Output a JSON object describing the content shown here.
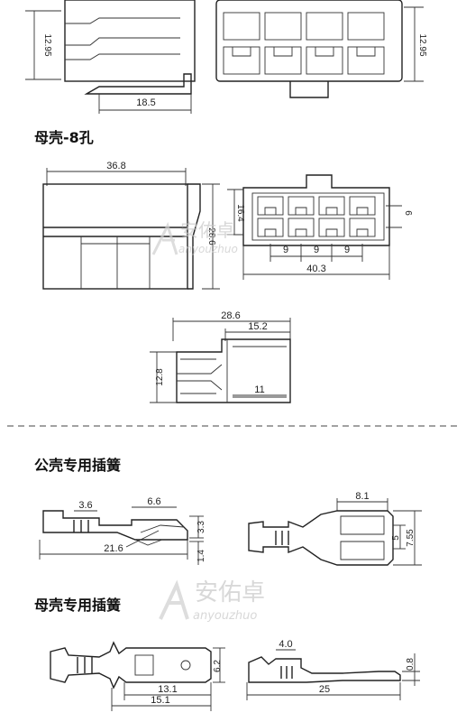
{
  "sections": {
    "female_8": "母壳-8孔",
    "male_terminal": "公壳专用插簧",
    "female_terminal": "母壳专用插簧"
  },
  "watermark": {
    "brand": "安佑卓",
    "brand_latin": "anyouzhuo"
  },
  "dims": {
    "top_left_height": "12.95",
    "top_left_length": "18.5",
    "top_right_height": "12.95",
    "f8_width": "36.8",
    "f8_height": "28.6",
    "f8_inner_h": "16.4",
    "f8_pitch_v": "6",
    "f8_pitch_1": "9",
    "f8_pitch_2": "9",
    "f8_pitch_3": "9",
    "f8_front_width": "40.3",
    "side_total": "28.6",
    "side_part": "15.2",
    "side_height": "12.8",
    "side_inner": "11",
    "mt_a": "3.6",
    "mt_b": "6.6",
    "mt_len": "21.6",
    "mt_h": "3.3",
    "mt_t": "1.4",
    "mt_top_w": "8.1",
    "mt_in": "5",
    "mt_out": "7.55",
    "ft_len1": "13.1",
    "ft_len2": "15.1",
    "ft_h": "6.2",
    "ft_a": "4.0",
    "ft_len": "25",
    "ft_t": "0.8"
  }
}
